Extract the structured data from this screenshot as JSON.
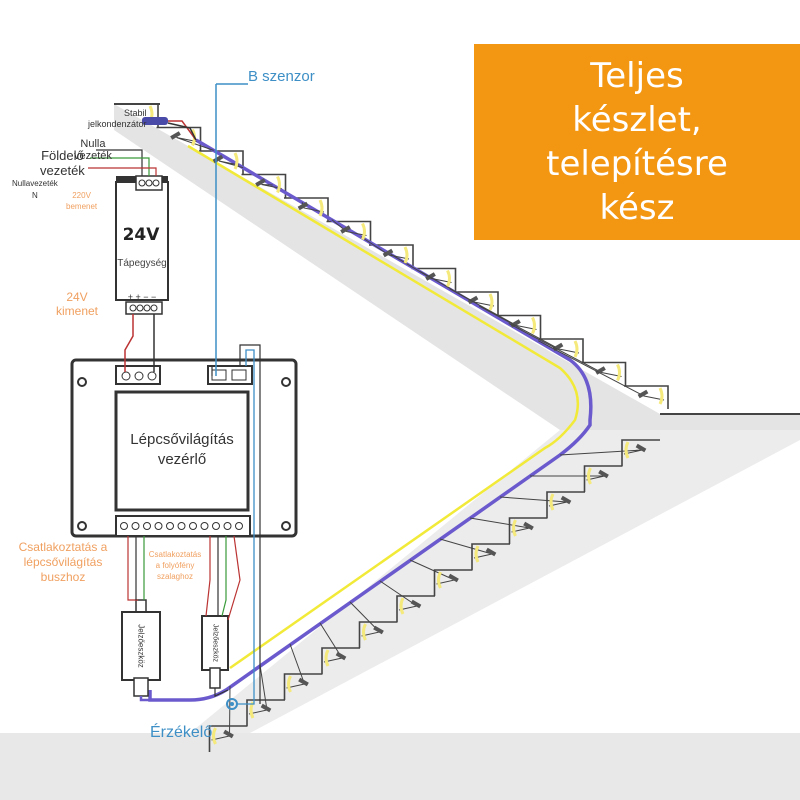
{
  "banner": {
    "text": "Teljes\nkészlet,\ntelepítésre\nkész"
  },
  "labels": {
    "b_sensor": "B szenzor",
    "sensor": "Érzékelő",
    "capacitor": "Stabil\njelkondenzátor",
    "neutral_top": "Nulla\nvezeték",
    "ground": "Földelő\nvezeték",
    "neutral_n": "Nullavezeték\nN",
    "input_220": "220V\nbemenet",
    "psu_voltage": "24V",
    "psu_name": "Tápegység",
    "output_24": "24V\nkimenet",
    "controller": "Lépcsővilágítás\nvezérlő",
    "bus_connect": "Csatlakoztatás a\nlépcsővilágítás\nbuszhoz",
    "strip_connect": "Csatlakoztatás\na folyófény\nszalaghoz",
    "signal_left": "Jelzőeszköz",
    "signal_right": "Jelzőeszköz",
    "psu_terminals": "+ + − −"
  },
  "colors": {
    "banner": "#f39612",
    "cable": "#6a5acd",
    "blue_label": "#3d8fc6",
    "orange_label": "#f0a060",
    "yellow_wire": "#f2ea38",
    "stairs": "#e4e4e4"
  },
  "stairs": {
    "upper_flight_steps": 13,
    "lower_flight_steps": 12
  }
}
